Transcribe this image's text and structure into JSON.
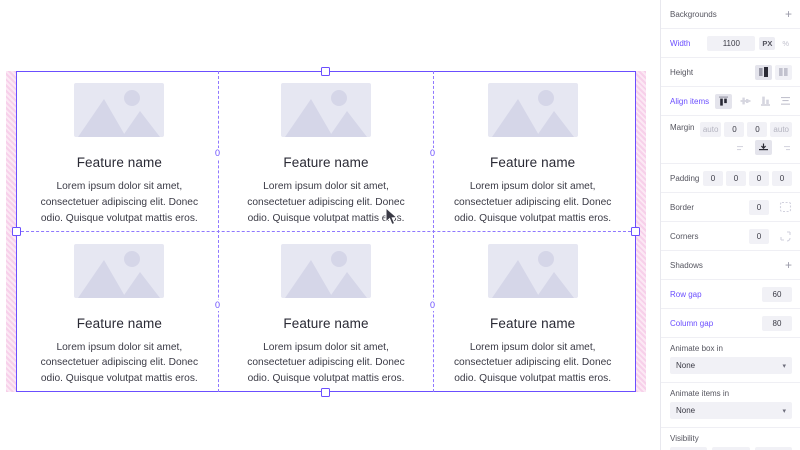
{
  "canvas": {
    "cards": [
      {
        "title": "Feature name",
        "body": "Lorem ipsum dolor sit amet, consectetuer adipiscing elit. Donec odio. Quisque volutpat mattis eros.",
        "image": "image-placeholder-icon"
      },
      {
        "title": "Feature name",
        "body": "Lorem ipsum dolor sit amet, consectetuer adipiscing elit. Donec odio. Quisque volutpat mattis eros.",
        "image": "image-placeholder-icon"
      },
      {
        "title": "Feature name",
        "body": "Lorem ipsum dolor sit amet, consectetuer adipiscing elit. Donec odio. Quisque volutpat mattis eros.",
        "image": "image-placeholder-icon"
      },
      {
        "title": "Feature name",
        "body": "Lorem ipsum dolor sit amet, consectetuer adipiscing elit. Donec odio. Quisque volutpat mattis eros.",
        "image": "image-placeholder-icon"
      },
      {
        "title": "Feature name",
        "body": "Lorem ipsum dolor sit amet, consectetuer adipiscing elit. Donec odio. Quisque volutpat mattis eros.",
        "image": "image-placeholder-icon"
      },
      {
        "title": "Feature name",
        "body": "Lorem ipsum dolor sit amet, consectetuer adipiscing elit. Donec odio. Quisque volutpat mattis eros.",
        "image": "image-placeholder-icon"
      }
    ],
    "gap_labels": [
      "0",
      "0",
      "0",
      "0"
    ],
    "selection_color": "#6B4EFF",
    "guide_color": "#8F78FF",
    "margin_band_color": "#F6C8E6"
  },
  "panel": {
    "backgrounds": {
      "label": "Backgrounds",
      "add": "+"
    },
    "width": {
      "label": "Width",
      "value": "1100",
      "unit_px": "PX",
      "unit_pct": "%"
    },
    "height": {
      "label": "Height"
    },
    "align_items": {
      "label": "Align items"
    },
    "margin": {
      "label": "Margin",
      "values": [
        "auto",
        "0",
        "0",
        "auto"
      ]
    },
    "padding": {
      "label": "Padding",
      "values": [
        "0",
        "0",
        "0",
        "0"
      ]
    },
    "border": {
      "label": "Border",
      "value": "0"
    },
    "corners": {
      "label": "Corners",
      "value": "0"
    },
    "shadows": {
      "label": "Shadows",
      "add": "+"
    },
    "row_gap": {
      "label": "Row gap",
      "value": "60"
    },
    "column_gap": {
      "label": "Column gap",
      "value": "80"
    },
    "animate_box_in": {
      "label": "Animate box in",
      "value": "None",
      "chevron": "▾"
    },
    "animate_items_in": {
      "label": "Animate items in",
      "value": "None",
      "chevron": "▾"
    },
    "visibility": {
      "label": "Visibility"
    },
    "accent_color": "#6B4EFF"
  }
}
